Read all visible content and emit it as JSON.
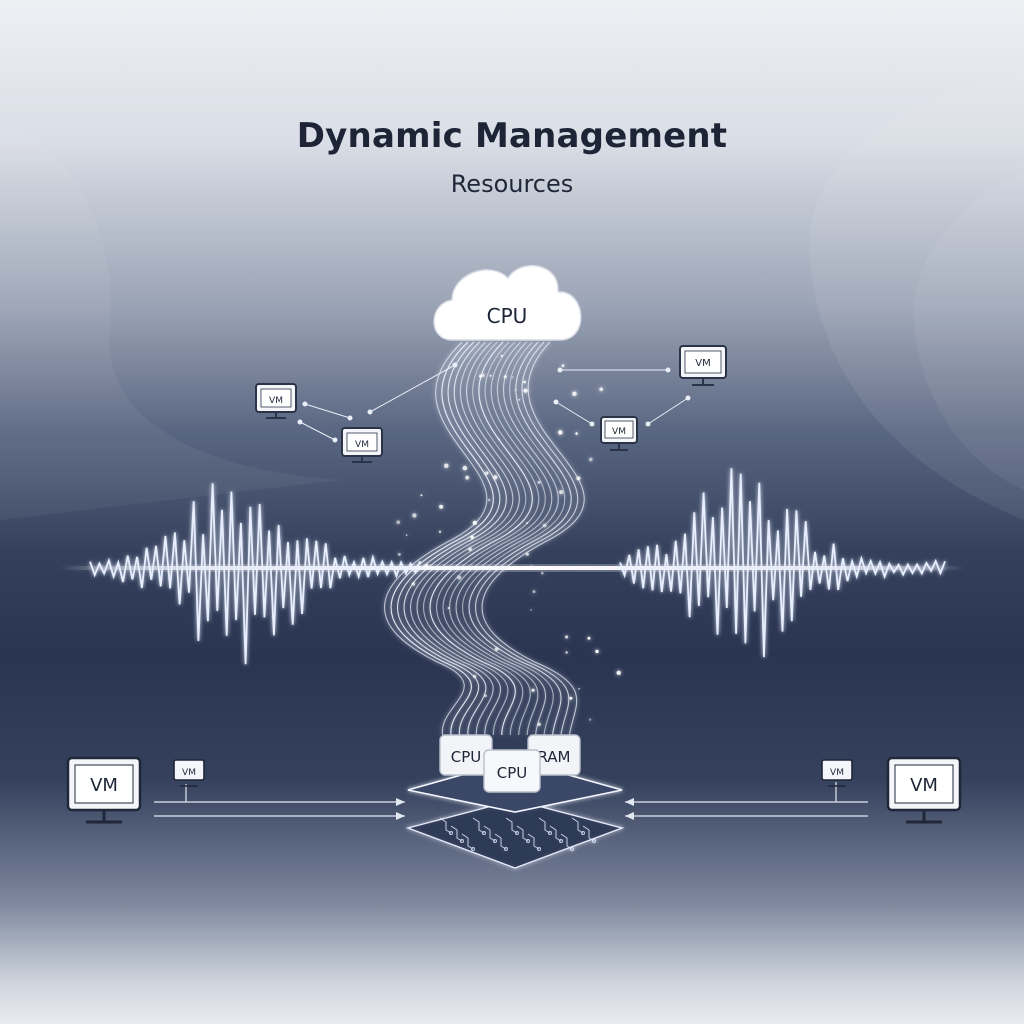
{
  "title": "Dynamic Management",
  "subtitle": "Resources",
  "cloud_label": "CPU",
  "vm_label": "VM",
  "stack": {
    "chip_left": "CPU",
    "chip_center": "CPU",
    "chip_right": "RAM"
  },
  "colors": {
    "ink": "#1c2436",
    "glow": "#eef4ff",
    "wave": "#dfe9ff"
  }
}
